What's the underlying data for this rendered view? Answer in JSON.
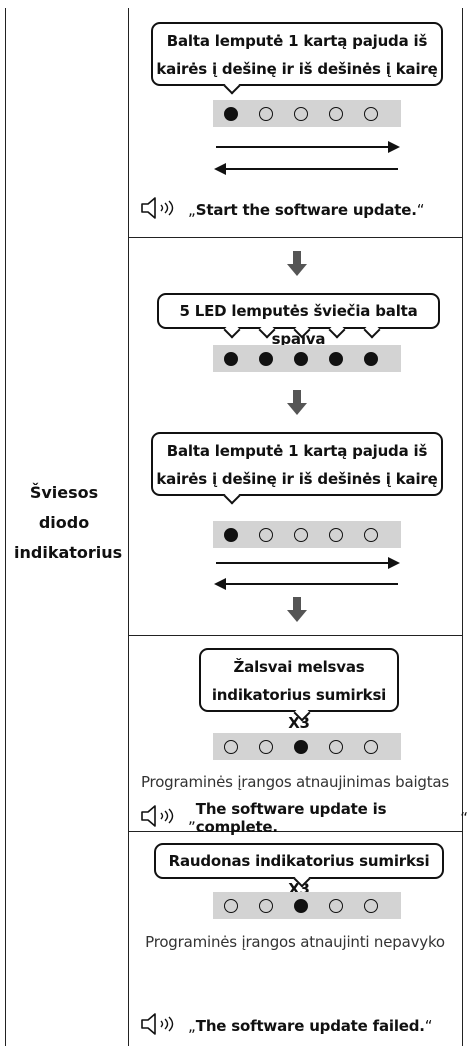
{
  "row_label": [
    "Šviesos",
    "diodo",
    "indikatorius"
  ],
  "bubbles": {
    "b1": [
      "Balta lemputė 1 kartą pajuda iš",
      "kairės į dešinę ir iš dešinės į kairę"
    ],
    "b2": [
      "5 LED lemputės šviečia balta spalva"
    ],
    "b3": [
      "Balta lemputė 1 kartą pajuda iš",
      "kairės į dešinę ir iš dešinės į kairę"
    ],
    "b4": [
      "Žalsvai melsvas",
      "indikatorius sumirksi X3"
    ],
    "b5": [
      "Raudonas indikatorius sumirksi X3"
    ]
  },
  "led_states": {
    "s1": [
      1,
      0,
      0,
      0,
      0
    ],
    "s2": [
      1,
      1,
      1,
      1,
      1
    ],
    "s3": [
      1,
      0,
      0,
      0,
      0
    ],
    "s4": [
      0,
      0,
      1,
      0,
      0
    ],
    "s5": [
      0,
      0,
      1,
      0,
      0
    ]
  },
  "voice": {
    "open_quote": "„",
    "close_quote": "“",
    "v1": "Start the software update.",
    "v2": "The software update is complete.",
    "v3": "The software update failed."
  },
  "status": {
    "complete": "Programinės įrangos atnaujinimas baigtas",
    "failed": "Programinės įrangos atnaujinti nepavyko"
  },
  "icons": {
    "speaker": "speaker-icon",
    "down_arrow": "down-arrow-icon"
  },
  "colors": {
    "led_strip": "#d3d3d3",
    "arrow_gray": "#555555"
  }
}
